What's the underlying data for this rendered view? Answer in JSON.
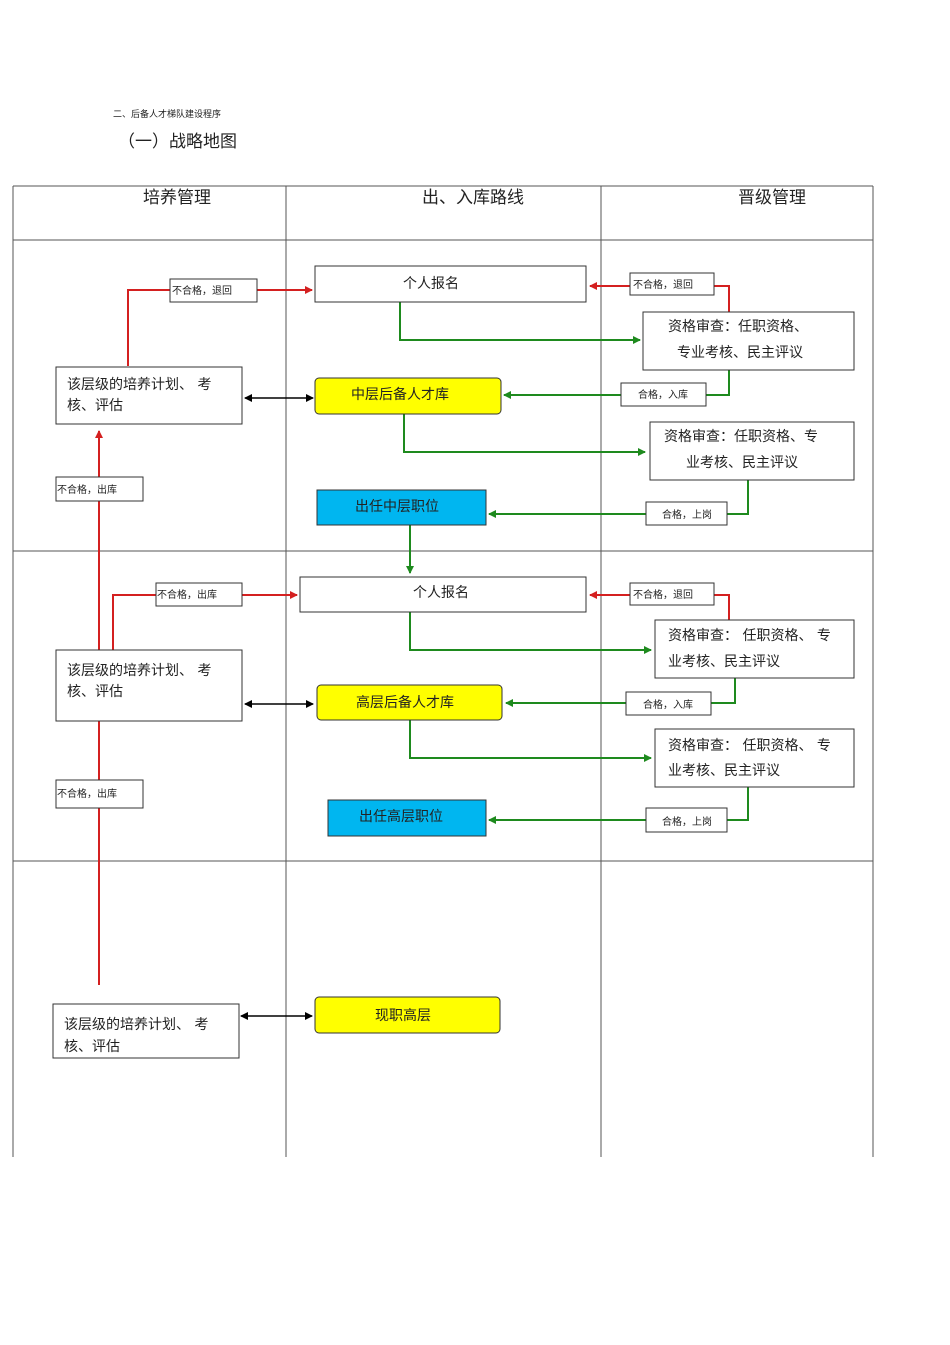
{
  "header": {
    "section": "二、后备人才梯队建设程序",
    "title": "（一）战略地图"
  },
  "columns": [
    "培养管理",
    "出、入库路线",
    "晋级管理"
  ],
  "colors": {
    "red": "#d42020",
    "green": "#1e8a1e",
    "yellow": "#ffff00",
    "cyan": "#00b6f0",
    "black": "#000000"
  },
  "boxes": {
    "apply1": "个人报名",
    "reject1": "不合格，退回",
    "review1a_l1": "资格审查：任职资格、",
    "review1a_l2": "专业考核、民主评议",
    "pass_in1": "合格，入库",
    "mid_pool": "中层后备人才库",
    "review1b_l1": "资格审查：任职资格、专",
    "review1b_l2": "业考核、民主评议",
    "pass_post1": "合格，上岗",
    "mid_post": "出任中层职位",
    "plan1_l1": "该层级的培养计划、  考",
    "plan1_l2": "核、评估",
    "left_reject1": "不合格，退回",
    "left_out1": "不合格，出库",
    "apply2": "个人报名",
    "reject2": "不合格，退回",
    "review2a_l1": "资格审查：  任职资格、  专",
    "review2a_l2": "业考核、民主评议",
    "pass_in2": "合格，入库",
    "high_pool": "高层后备人才库",
    "review2b_l1": "资格审查：  任职资格、  专",
    "review2b_l2": "业考核、民主评议",
    "pass_post2": "合格，上岗",
    "high_post": "出任高层职位",
    "plan2_l1": "该层级的培养计划、  考",
    "plan2_l2": "核、评估",
    "left_out2": "不合格，出库",
    "left_out3": "不合格，出库",
    "current_high": "现职高层",
    "plan3_l1": "该层级的培养计划、  考",
    "plan3_l2": "核、评估"
  }
}
